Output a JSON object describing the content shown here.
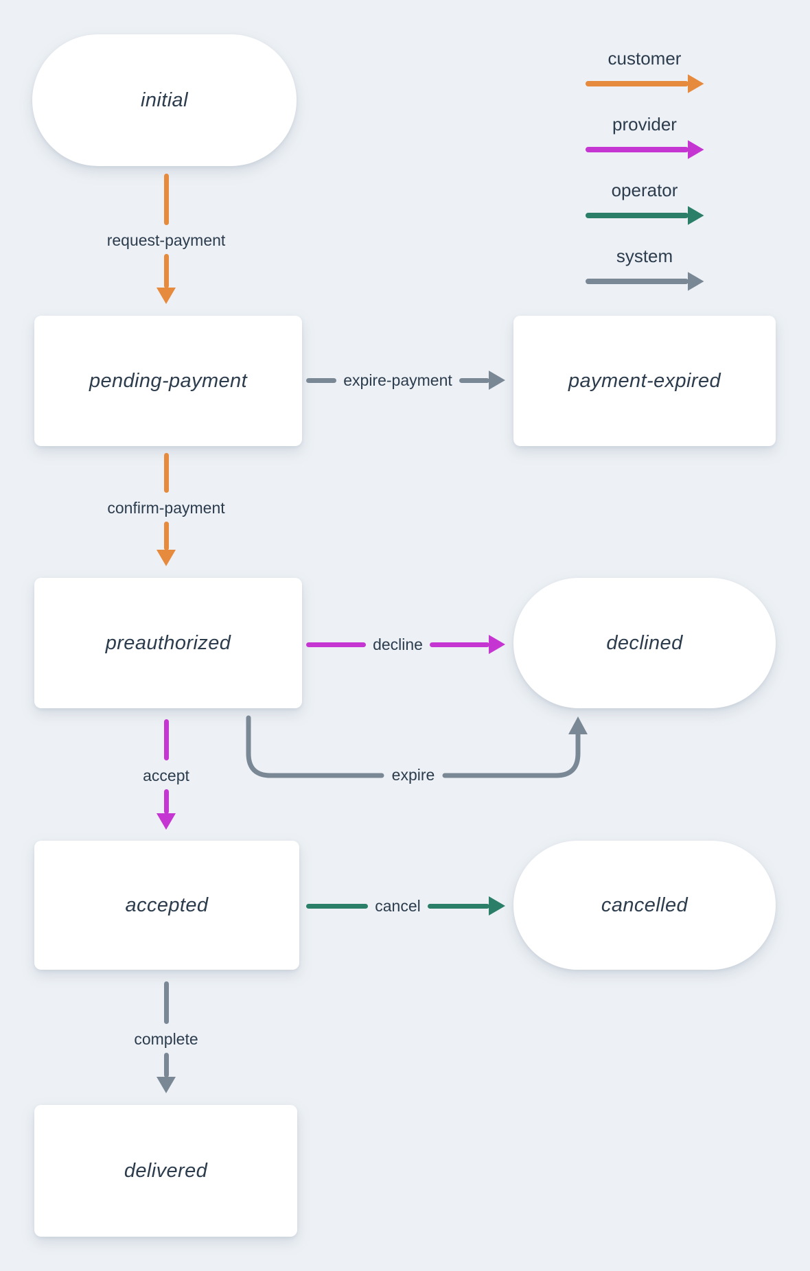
{
  "diagram": {
    "type": "state-machine",
    "background_color": "#edf1f5",
    "node_fill_color": "#ffffff",
    "text_color": "#2c3c4d"
  },
  "legend": {
    "items": [
      {
        "label": "customer",
        "color": "#e68a3e"
      },
      {
        "label": "provider",
        "color": "#c535d1"
      },
      {
        "label": "operator",
        "color": "#2b7e67"
      },
      {
        "label": "system",
        "color": "#7a8896"
      }
    ]
  },
  "nodes": {
    "initial": {
      "label": "initial",
      "shape": "stadium"
    },
    "pending_payment": {
      "label": "pending-payment",
      "shape": "rect"
    },
    "payment_expired": {
      "label": "payment-expired",
      "shape": "rect"
    },
    "preauthorized": {
      "label": "preauthorized",
      "shape": "rect"
    },
    "declined": {
      "label": "declined",
      "shape": "stadium"
    },
    "accepted": {
      "label": "accepted",
      "shape": "rect"
    },
    "cancelled": {
      "label": "cancelled",
      "shape": "stadium"
    },
    "delivered": {
      "label": "delivered",
      "shape": "rect"
    }
  },
  "edges": {
    "request_payment": {
      "label": "request-payment",
      "actor": "customer",
      "from": "initial",
      "to": "pending-payment"
    },
    "expire_payment": {
      "label": "expire-payment",
      "actor": "system",
      "from": "pending-payment",
      "to": "payment-expired"
    },
    "confirm_payment": {
      "label": "confirm-payment",
      "actor": "customer",
      "from": "pending-payment",
      "to": "preauthorized"
    },
    "decline": {
      "label": "decline",
      "actor": "provider",
      "from": "preauthorized",
      "to": "declined"
    },
    "expire": {
      "label": "expire",
      "actor": "system",
      "from": "preauthorized",
      "to": "declined"
    },
    "accept": {
      "label": "accept",
      "actor": "provider",
      "from": "preauthorized",
      "to": "accepted"
    },
    "cancel": {
      "label": "cancel",
      "actor": "operator",
      "from": "accepted",
      "to": "cancelled"
    },
    "complete": {
      "label": "complete",
      "actor": "system",
      "from": "accepted",
      "to": "delivered"
    }
  }
}
